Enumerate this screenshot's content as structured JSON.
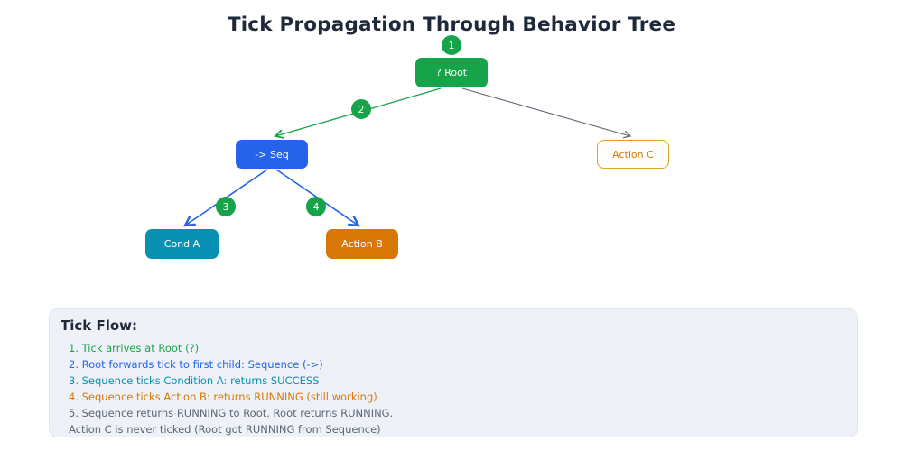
{
  "title": "Tick Propagation Through Behavior Tree",
  "colors": {
    "title_text": "#1e293b",
    "green": "#16a34a",
    "blue": "#2563eb",
    "teal": "#0891b2",
    "orange": "#d97706",
    "orange_border": "#e0a326",
    "gray": "#5b6673",
    "node_text": "#ffffff",
    "panel_bg": "#eef2f8",
    "panel_border": "#dde6ef"
  },
  "tree": {
    "nodes": {
      "root": {
        "label": "? Root"
      },
      "seq": {
        "label": "-> Seq"
      },
      "action_c": {
        "label": "Action C"
      },
      "cond_a": {
        "label": "Cond A"
      },
      "action_b": {
        "label": "Action B"
      }
    },
    "tick_badges": {
      "b1": {
        "label": "1"
      },
      "b2": {
        "label": "2"
      },
      "b3": {
        "label": "3"
      },
      "b4": {
        "label": "4"
      }
    }
  },
  "panel": {
    "heading": "Tick Flow:",
    "items": [
      {
        "text": "1. Tick arrives at Root (?)",
        "color": "#16a34a"
      },
      {
        "text": "2. Root forwards tick to first child: Sequence (->)",
        "color": "#2563eb"
      },
      {
        "text": "3. Sequence ticks Condition A: returns SUCCESS",
        "color": "#0891b2"
      },
      {
        "text": "4. Sequence ticks Action B: returns RUNNING (still working)",
        "color": "#d97706"
      },
      {
        "text": "5. Sequence returns RUNNING to Root. Root returns RUNNING.",
        "color": "#5b6673"
      },
      {
        "text": "Action C is never ticked (Root got RUNNING from Sequence)",
        "color": "#5b6673"
      }
    ]
  }
}
